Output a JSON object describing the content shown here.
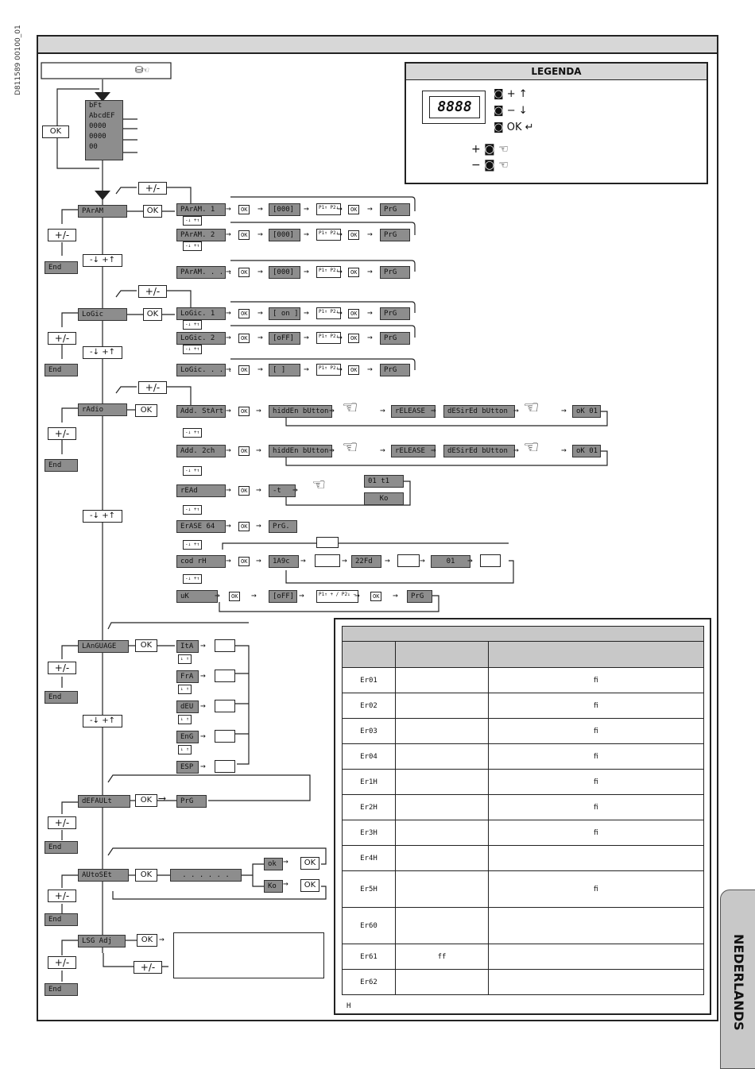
{
  "doc_id": "D811589 00100_01",
  "legend": {
    "title": "LEGENDA",
    "display": "8888",
    "buttons": [
      "+ ↑",
      "− ↓",
      "OK ↵"
    ]
  },
  "start_display": {
    "lines": [
      "bFt",
      "AbcdEF",
      "0000",
      "0000",
      "00"
    ],
    "ok": "OK"
  },
  "common": {
    "ok": "OK",
    "pm": "+/-",
    "end": "End",
    "nav": "-↓ +↑",
    "small_nav": "-↓ +↑",
    "dots": "......"
  },
  "param": {
    "menu": "PArAM",
    "rows": [
      {
        "label": "PArAM. 1",
        "value": "[000]",
        "prg": "PrG"
      },
      {
        "label": "PArAM. 2",
        "value": "[000]",
        "prg": "PrG"
      },
      {
        "label": "PArAM. . . .",
        "value": "[000]",
        "prg": "PrG"
      }
    ]
  },
  "logic": {
    "menu": "LoGic",
    "rows": [
      {
        "label": "LoGic. 1",
        "value": "[ on ]",
        "prg": "PrG"
      },
      {
        "label": "LoGic. 2",
        "value": "[oFF]",
        "prg": "PrG"
      },
      {
        "label": "LoGic. . . .",
        "value": "[   ]",
        "prg": "PrG"
      }
    ]
  },
  "radio": {
    "menu": "rAdio",
    "add_start": "Add. StArt",
    "add_2ch": "Add. 2ch",
    "hidden": "hiddEn bUtton",
    "release": "rELEASE",
    "desired": "dESirEd bUtton",
    "ok01": "oK 01",
    "read": "rEAd",
    "read_val": "-t",
    "read_res1": "01 t1",
    "read_res2": "Ko",
    "erase": "ErASE 64",
    "erase_prg": "PrG.",
    "code_rx": "cod rH",
    "code_v1": "1A9c",
    "code_v2": "22Fd",
    "code_v3": "01",
    "uk": "uK",
    "uk_val": "[oFF]",
    "uk_prg": "PrG"
  },
  "language": {
    "menu": "LAnGUAGE",
    "options": [
      "ItA",
      "FrA",
      "dEU",
      "EnG",
      "ESP"
    ]
  },
  "default": {
    "menu": "dEFAULt",
    "prg": "PrG"
  },
  "autoset": {
    "menu": "AUtoSEt",
    "progress": ". . .     . . .",
    "ok": "ok",
    "ko": "Ko"
  },
  "lsg": {
    "menu": "LSG Adj"
  },
  "errors": {
    "codes": [
      "Er01",
      "Er02",
      "Er03",
      "Er04",
      "Er1H",
      "Er2H",
      "Er3H",
      "Er4H",
      "Er5H",
      "Er60",
      "Er61",
      "Er62"
    ],
    "marks": [
      "fi",
      "fi",
      "fi",
      "fi",
      "fi",
      "fi",
      "fi",
      "",
      "fi",
      "",
      "",
      ""
    ],
    "col2_marks": [
      "",
      "",
      "",
      "",
      "",
      "",
      "",
      "",
      "",
      "",
      "ff",
      ""
    ],
    "footnote": "H"
  },
  "side_tab": "NEDERLANDS"
}
